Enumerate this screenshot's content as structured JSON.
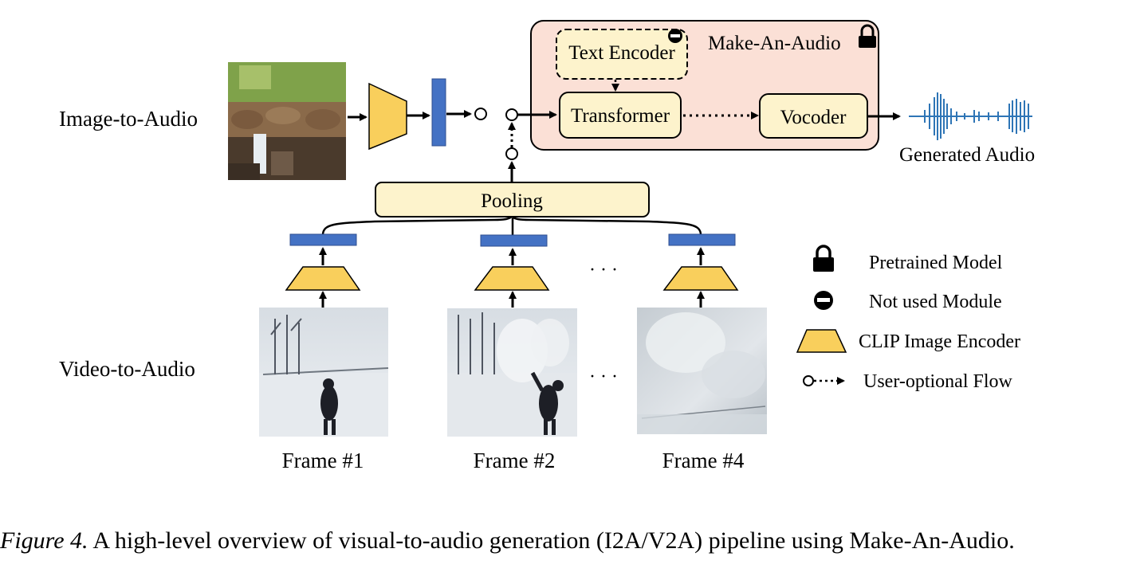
{
  "rows": {
    "image_to_audio": "Image-to-Audio",
    "video_to_audio": "Video-to-Audio"
  },
  "modules": {
    "text_encoder": "Text Encoder",
    "transformer": "Transformer",
    "vocoder": "Vocoder",
    "pooling": "Pooling",
    "make_an_audio": "Make-An-Audio"
  },
  "output_label": "Generated Audio",
  "frames": [
    "Frame #1",
    "Frame #2",
    "Frame #4"
  ],
  "ellipsis": "· · ·",
  "legend": {
    "pretrained": "Pretrained Model",
    "not_used": "Not used Module",
    "clip": "CLIP Image Encoder",
    "optional": "User-optional Flow"
  },
  "caption": {
    "prefix": "Figure 4.",
    "text": " A high-level overview of visual-to-audio generation (I2A/V2A) pipeline using Make-An-Audio."
  },
  "colors": {
    "panel_fill": "#fbe0d6",
    "module_fill": "#fdf3cc",
    "encoder_fill": "#f9cf5c",
    "embedding_fill": "#4472c4",
    "waveform": "#2e75b6"
  }
}
